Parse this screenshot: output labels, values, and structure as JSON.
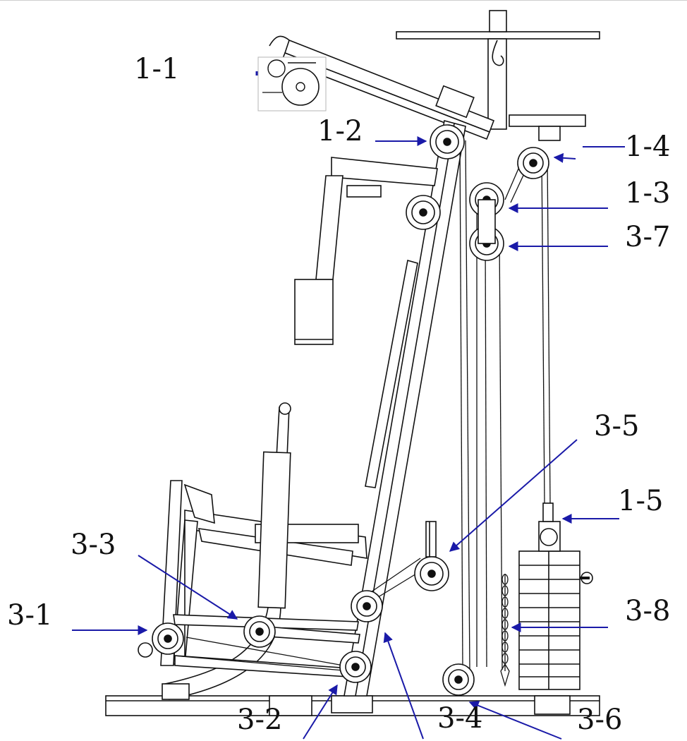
{
  "figure": {
    "type": "exploded-part-diagram",
    "subject": "home gym cable and pulley routing",
    "colors": {
      "line": "#111111",
      "arrow": "#1a1aa8",
      "background": "#ffffff",
      "inset_border": "#b5b5b5"
    }
  },
  "labels": {
    "l11": "1-1",
    "l12": "1-2",
    "l13": "1-3",
    "l14": "1-4",
    "l15": "1-5",
    "l31": "3-1",
    "l32": "3-2",
    "l33": "3-3",
    "l34": "3-4",
    "l35": "3-5",
    "l36": "3-6",
    "l37": "3-7",
    "l38": "3-8"
  }
}
